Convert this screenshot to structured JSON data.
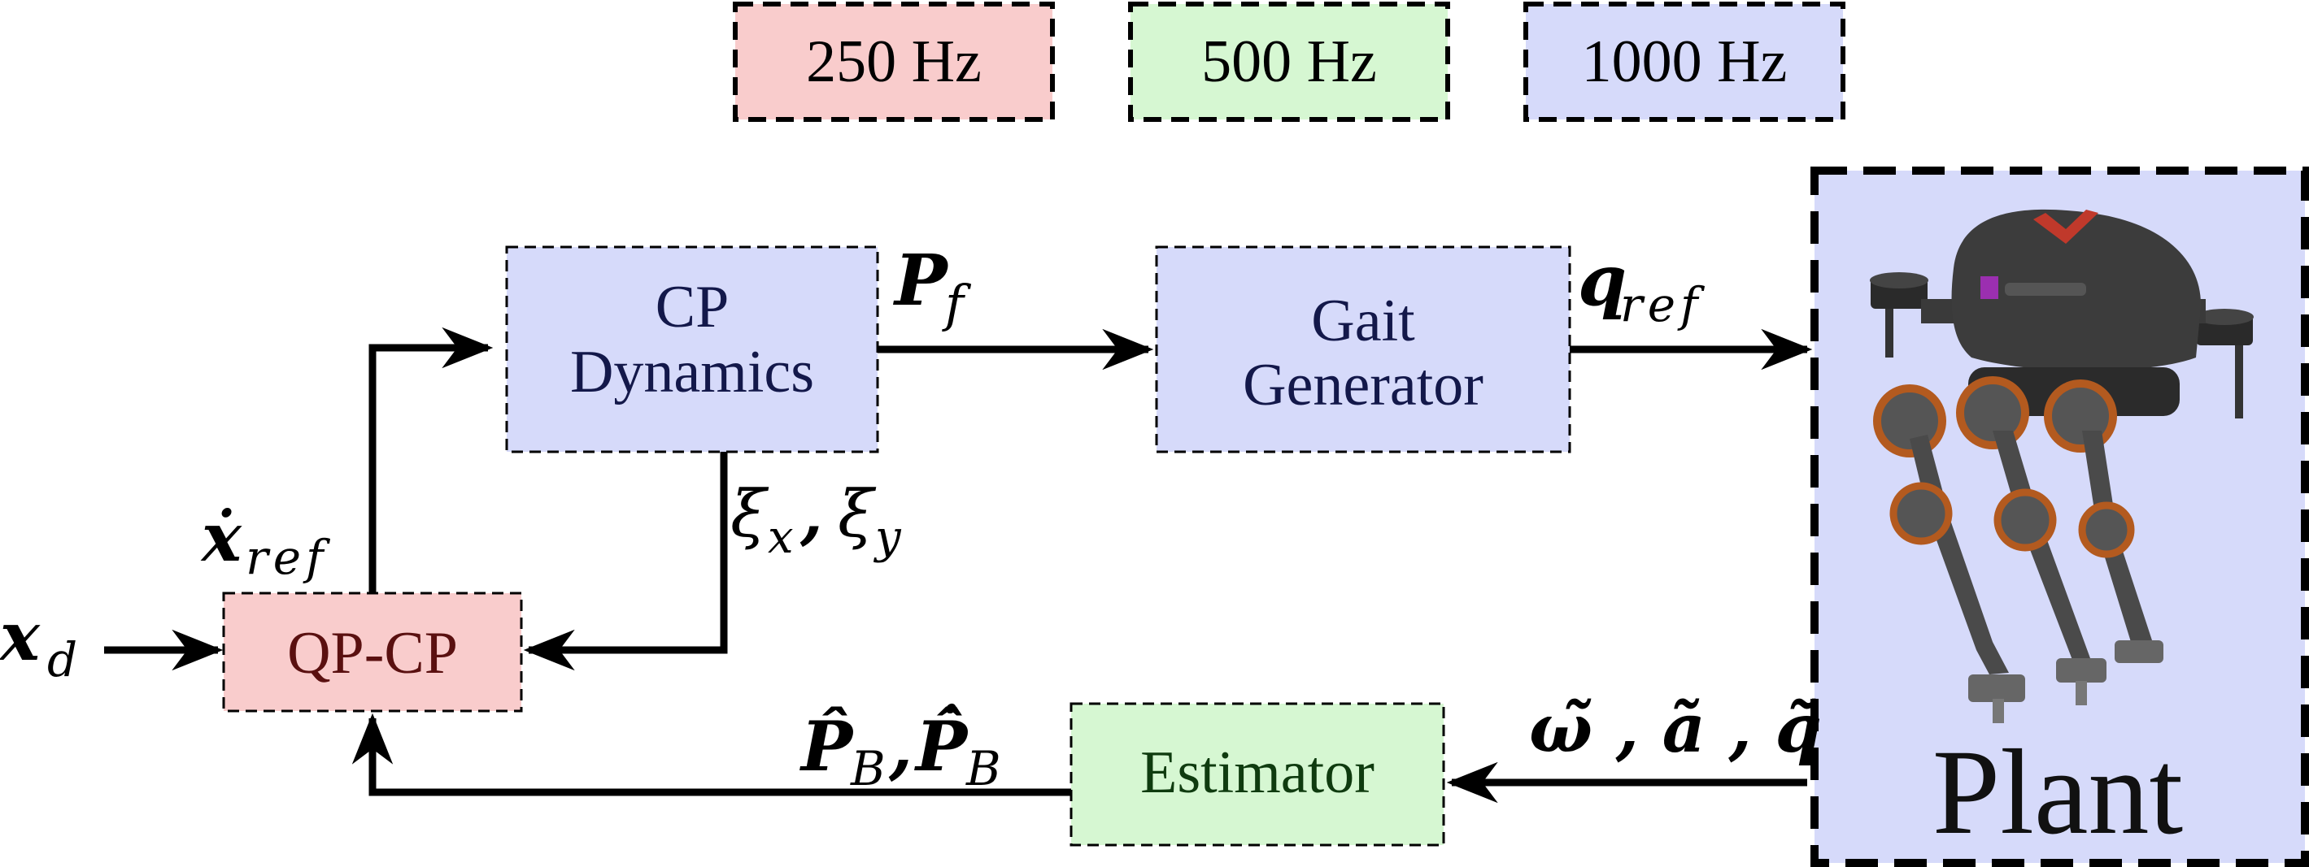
{
  "legend": [
    {
      "label": "250 Hz",
      "color": "#f9cccc"
    },
    {
      "label": "500 Hz",
      "color": "#d6f7d2"
    },
    {
      "label": "1000 Hz",
      "color": "#d6dafa"
    }
  ],
  "blocks": {
    "cp_dynamics": {
      "line1": "CP",
      "line2": "Dynamics"
    },
    "gait_generator": {
      "line1": "Gait",
      "line2": "Generator"
    },
    "qp_cp": {
      "label": "QP-CP"
    },
    "estimator": {
      "label": "Estimator"
    },
    "plant": {
      "label": "Plant"
    }
  },
  "signals": {
    "x_d": {
      "main": "x",
      "sub": "d"
    },
    "xdot_ref": {
      "main": "ẋ",
      "sub": "ref"
    },
    "p_f": {
      "main": "P",
      "sub": "f"
    },
    "q_ref": {
      "main": "q",
      "sub": "ref"
    },
    "xi": {
      "a": "ξ",
      "a_sub": "x",
      "sep": ",",
      "b": "ξ",
      "b_sub": "y"
    },
    "estimates": {
      "a": "P̂",
      "a_sub": "B",
      "sep": ",",
      "b": "P̂̇",
      "b_sub": "B"
    },
    "sensors": {
      "text": "ω̃ , ã , q̃"
    }
  },
  "colors": {
    "rate_250": "#f9cccc",
    "rate_500": "#d6f7d2",
    "rate_1000": "#d6dafa",
    "text_250": "#5a1010",
    "text_500": "#0f3b0f",
    "text_1000": "#13184a",
    "line": "#000000"
  }
}
